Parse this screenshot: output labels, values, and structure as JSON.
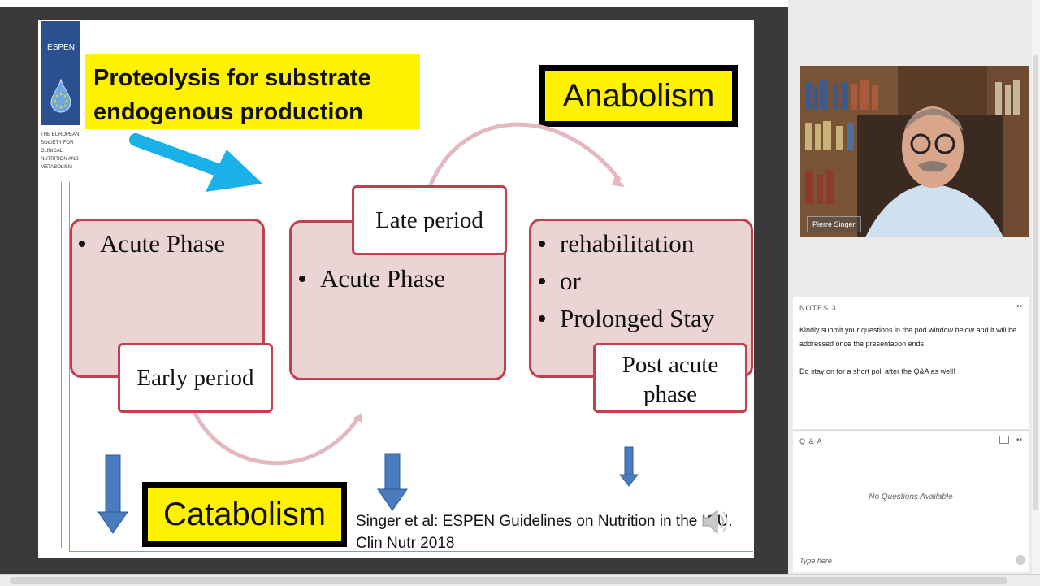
{
  "slide": {
    "logo": {
      "name": "ESPEN",
      "description": "THE EUROPEAN SOCIETY FOR CLINICAL NUTRITION AND METABOLISM"
    },
    "proteolysis_banner": "Proteolysis  for substrate\nendogenous production",
    "anabolism_label": "Anabolism",
    "catabolism_label": "Catabolism",
    "box1": {
      "bullets": [
        "Acute Phase"
      ],
      "label": "Early period"
    },
    "box2": {
      "bullets": [
        "Acute Phase"
      ],
      "label": "Late period"
    },
    "box3": {
      "bullets": [
        "rehabilitation",
        "or",
        "Prolonged Stay"
      ],
      "label": "Post acute\nphase"
    },
    "citation": "Singer et al: ESPEN Guidelines on Nutrition in the ICU.\nClin Nutr 2018",
    "colors": {
      "banner_yellow": "#fff200",
      "box_fill": "#ebd4d4",
      "box_border": "#c0404f",
      "arrow_blue": "#4a7bbd",
      "cyan_arrow": "#1ab0e8"
    }
  },
  "right_panel": {
    "video": {
      "presenter_name": "Pierre Singer"
    },
    "notes_pod": {
      "title": "NOTES 3",
      "text": "Kindly submit your questions in the pod window below and it will be addressed once the presentation ends.\n\nDo stay on for a short poll after the Q&A as well!"
    },
    "qa_pod": {
      "title": "Q & A",
      "empty_text": "No Questions Available",
      "input_placeholder": "Type here"
    }
  }
}
